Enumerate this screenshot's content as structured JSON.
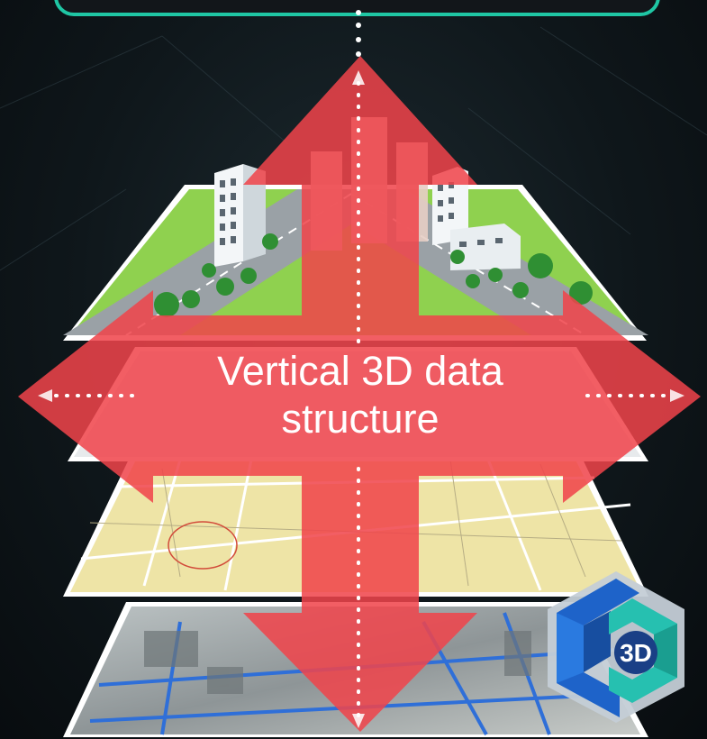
{
  "title_line_1": "Vertical 3D data",
  "title_line_2": "structure",
  "logo": {
    "text": "3D",
    "icon": "3d-cube-logo-icon"
  },
  "colors": {
    "background": "#0f171b",
    "accent_teal": "#1fc6a4",
    "arrow_red": "#f0444a",
    "grass": "#8fd14f",
    "map_yellow": "#eee4a6",
    "logo_blue": "#1e63c9",
    "logo_teal": "#26c0b0"
  },
  "layers": [
    "city-buildings-layer",
    "vector-layer",
    "street-map-layer",
    "satellite-imagery-layer"
  ]
}
